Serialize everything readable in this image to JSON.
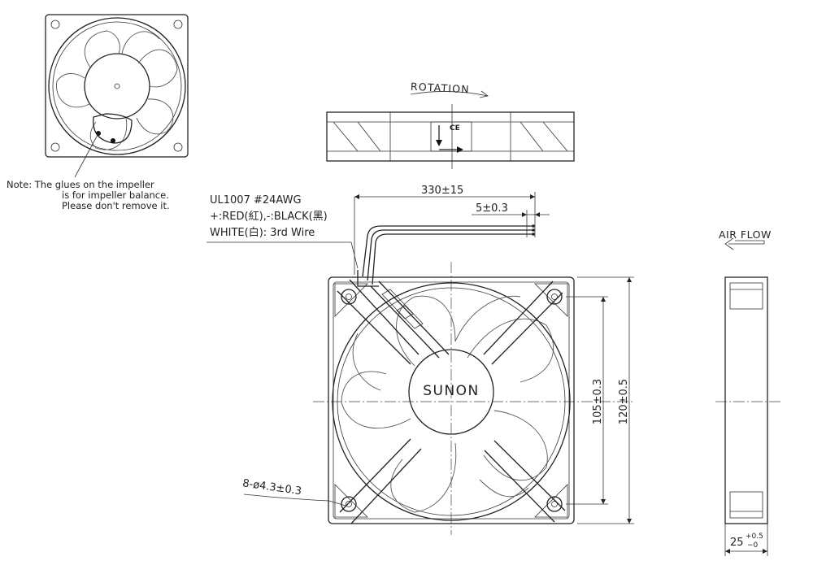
{
  "note": {
    "line1": "Note: The glues on the impeller",
    "line2": "is for impeller balance.",
    "line3": "Please don't remove it."
  },
  "wire": {
    "spec": "UL1007 #24AWG",
    "colors": "+:RED(紅),-:BLACK(黑)",
    "third": "WHITE(白): 3rd Wire"
  },
  "labels": {
    "rotation": "ROTATION",
    "air_flow": "AIR FLOW",
    "brand": "SUNON",
    "ce": "CE"
  },
  "dimensions": {
    "lead_length": "330±15",
    "strip_length": "5±0.3",
    "hole_pitch": "105±0.3",
    "frame_size": "120±0.5",
    "holes": "8-ø4.3±0.3",
    "depth_base": "25",
    "depth_tol_upper": "+0.5",
    "depth_tol_lower": "−0"
  }
}
